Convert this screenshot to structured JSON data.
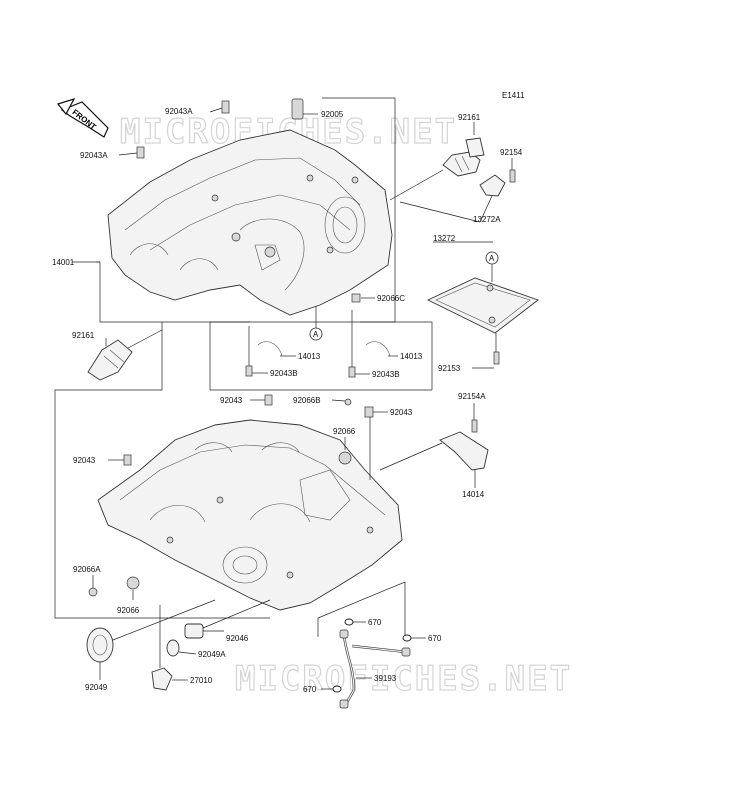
{
  "diagram": {
    "ref_code": "E1411",
    "front_marker": "FRONT",
    "watermark": "MICROFICHES.NET",
    "callout_mark": "A",
    "labels": {
      "p92043A_top": "92043A",
      "p92043A_left": "92043A",
      "p92005": "92005",
      "p92161_top": "92161",
      "p92154": "92154",
      "p13272A": "13272A",
      "p14001": "14001",
      "p13272": "13272",
      "p92066C": "92066C",
      "p92161_left": "92161",
      "p14013_left": "14013",
      "p14013_right": "14013",
      "p92043B_left": "92043B",
      "p92043B_right": "92043B",
      "p92153": "92153",
      "p92154A": "92154A",
      "p92043_a": "92043",
      "p92066B": "92066B",
      "p92043_b": "92043",
      "p92066": "92066",
      "p92043_left": "92043",
      "p14014": "14014",
      "p92066A": "92066A",
      "p92066_low": "92066",
      "p670_a": "670",
      "p670_b": "670",
      "p92046": "92046",
      "p92049A": "92049A",
      "p92049": "92049",
      "p27010": "27010",
      "p39193": "39193",
      "p670_c": "670"
    }
  }
}
